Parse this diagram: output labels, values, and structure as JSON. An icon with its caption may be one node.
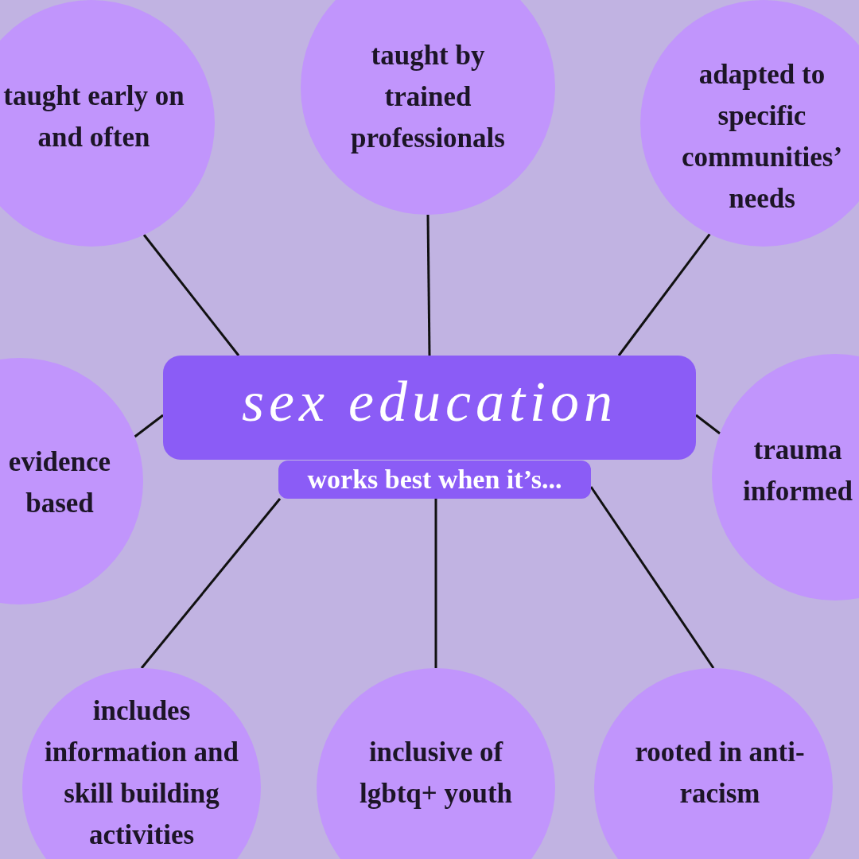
{
  "diagram": {
    "nodes": [
      {
        "text": [
          "sex education"
        ]
      },
      {
        "text": [
          "works best when it’s..."
        ]
      },
      {
        "text": [
          "taught early on and often"
        ]
      },
      {
        "text": [
          "taught by trained professionals"
        ]
      },
      {
        "text": [
          "adapted to specific communities’ needs"
        ]
      },
      {
        "text": [
          "evidence based"
        ]
      },
      {
        "text": [
          "trauma informed"
        ]
      },
      {
        "text": [
          "includes information and skill building activities"
        ]
      },
      {
        "text": [
          "inclusive of lgbtq+ youth"
        ]
      },
      {
        "text": [
          "rooted in anti-racism"
        ]
      }
    ],
    "edges": [
      {
        "from": 0,
        "to": 2,
        "arrow": "none"
      },
      {
        "from": 0,
        "to": 3,
        "arrow": "none"
      },
      {
        "from": 0,
        "to": 4,
        "arrow": "none"
      },
      {
        "from": 0,
        "to": 5,
        "arrow": "none"
      },
      {
        "from": 0,
        "to": 6,
        "arrow": "none"
      },
      {
        "from": 1,
        "to": 7,
        "arrow": "none"
      },
      {
        "from": 1,
        "to": 8,
        "arrow": "none"
      },
      {
        "from": 1,
        "to": 9,
        "arrow": "none"
      }
    ]
  }
}
